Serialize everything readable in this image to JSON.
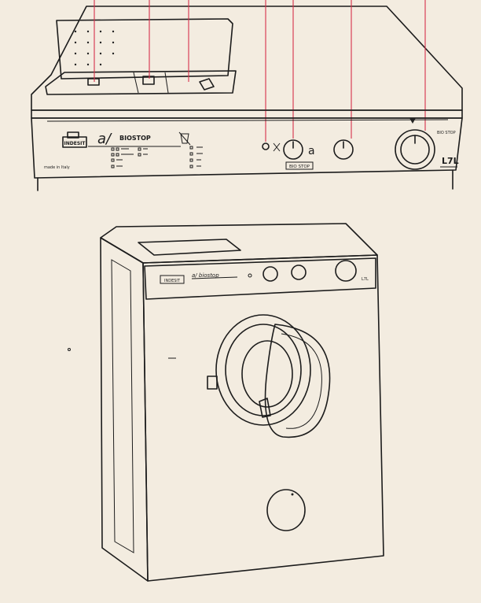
{
  "colors": {
    "paper": "#f3ece0",
    "ink": "#1c1c1c",
    "leader_lines": "#d6304a"
  },
  "panel_top": {
    "brand": "INDESIT",
    "program_symbol": "a/",
    "biostop_label": "BIOSTOP",
    "knob_letter": "a",
    "biostop_box": "BIO STOP",
    "dial_label": "BIO STOP",
    "model": "L7L",
    "made_in": "made in Italy"
  },
  "machine_panel": {
    "brand": "INDESIT",
    "program_symbol": "a/ biostop",
    "model": "L7L"
  }
}
